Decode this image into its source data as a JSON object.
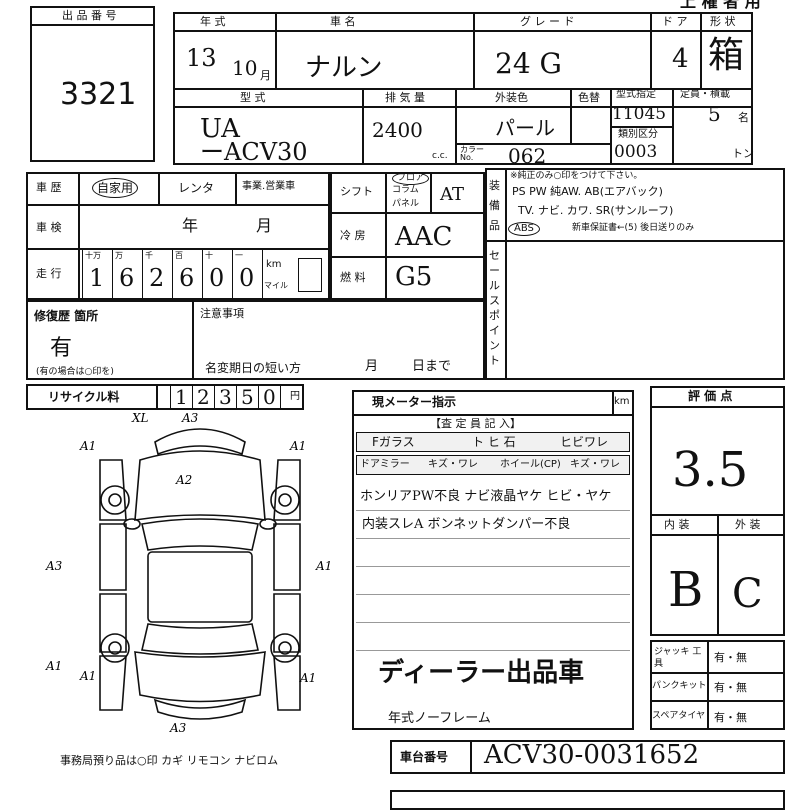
{
  "header": {
    "lot_number_label": "出 品 番 号",
    "lot_number": "3321",
    "top_right_text": "上 権 者 用"
  },
  "vehicle": {
    "year_label": "年 式",
    "car_name_label": "車 名",
    "grade_label": "グ レ ー ド",
    "doors_label": "ド ア",
    "shape_label": "形 状",
    "year_value": "13",
    "month_value": "10",
    "month_unit": "月",
    "car_name_value": "ナルン",
    "grade_value": "24 G",
    "doors_value": "4",
    "shape_value": "箱",
    "model_label": "型 式",
    "displacement_label": "排 気 量",
    "exterior_color_label": "外装色",
    "color_label": "色替",
    "type_designation_label": "型式指定",
    "capacity_label": "定員・積載",
    "model_value_1": "UA",
    "model_value_2": "ーACV30",
    "displacement_value": "2400",
    "cc_unit": "c.c.",
    "exterior_color_value": "パール",
    "color_no_label": "カラー No.",
    "color_no_value": "062",
    "type_designation_value": "11045",
    "category_label": "類別区分",
    "category_value": "0003",
    "capacity_value": "5",
    "capacity_unit": "名",
    "load_unit": "トン"
  },
  "history": {
    "history_label": "車 歴",
    "private_use": "自家用",
    "rental": "レンタ",
    "business": "事業.営業車",
    "inspection_label": "車 検",
    "year_unit": "年",
    "month_unit": "月",
    "mileage_label": "走 行",
    "mileage_place_labels": [
      "十万",
      "万",
      "千",
      "百",
      "十",
      "一"
    ],
    "mileage_digits": [
      "1",
      "6",
      "2",
      "6",
      "0",
      "0"
    ],
    "km_label": "km",
    "mile_label": "マイル"
  },
  "specs": {
    "shift_label": "シフト",
    "shift_options": [
      "フロア",
      "コラム",
      "パネル"
    ],
    "shift_value": "AT",
    "ac_label": "冷 房",
    "ac_value": "AAC",
    "fuel_label": "燃 料",
    "fuel_value": "G5"
  },
  "equipment": {
    "label": "装 備 品",
    "note": "※純正のみ○印をつけて下さい。",
    "row1": "PS PW 純AW. AB(エアバック)",
    "row2": "TV. ナビ. カワ. SR(サンルーフ)",
    "row3_abs": "ABS",
    "row3_rest": "新車保証書←(5) 後日送りのみ",
    "sales_point_label": "セールスポイント"
  },
  "repair": {
    "label": "修復歴 箇所",
    "value": "有",
    "note": "(有の場合は○印を)",
    "caution_label": "注意事項",
    "name_change_label": "名変期日の短い方",
    "month_unit": "月",
    "day_unit": "日まで"
  },
  "recycle": {
    "label": "リサイクル料",
    "digits": [
      "1",
      "2",
      "3",
      "5",
      "0"
    ],
    "yen": "円"
  },
  "meter": {
    "label": "現メーター指示",
    "km": "km",
    "inspector_header": "【査 定 員 記 入】",
    "f_glass": "Fガラス",
    "glass_mark": "ト ヒ 石",
    "glass_crack": "ヒビワレ",
    "door_mirror": "ドアミラー",
    "mirror_mark": "キズ・ワレ",
    "wheel": "ホイール(CP)",
    "wheel_mark": "キズ・ワレ",
    "comment_line1": "ホンリアPW不良 ナビ液晶ヤケ ヒビ・ヤケ",
    "comment_line2": "内装スレA ボンネットダンパー不良",
    "dealer_stamp": "ディーラー出品車",
    "note_bottom": "年式ノーフレーム"
  },
  "rating": {
    "label": "評 価 点",
    "score": "3.5",
    "interior_label": "内 装",
    "exterior_label": "外 装",
    "interior_value": "B",
    "exterior_value": "C"
  },
  "tools": {
    "jack_label": "ジャッキ 工 具",
    "puncture_label": "パンクキット",
    "spare_label": "スペアタイヤ",
    "option": "有・無"
  },
  "diagram": {
    "marks": [
      "XL",
      "A3",
      "A1",
      "A1",
      "A2",
      "A3",
      "A1",
      "A1",
      "A1",
      "A1",
      "A3"
    ],
    "docs_note": "事務局預り品は○印 カギ リモコン ナビロム"
  },
  "chassis": {
    "label": "車台番号",
    "value": "ACV30-0031652"
  }
}
